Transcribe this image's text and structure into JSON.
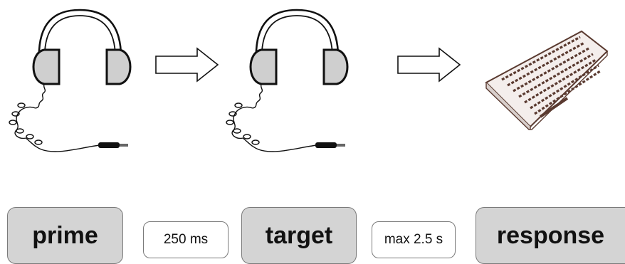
{
  "stages": [
    {
      "label": "prime"
    },
    {
      "label": "target"
    },
    {
      "label": "response"
    }
  ],
  "intervals": [
    {
      "label": "250 ms"
    },
    {
      "label": "max 2.5 s"
    }
  ],
  "icons": [
    "headphones-icon",
    "arrow-right-icon",
    "headphones-icon",
    "arrow-right-icon",
    "keyboard-icon"
  ],
  "colors": {
    "stage_fill": "#d4d4d4",
    "earcup_fill": "#cfcfcf",
    "keyboard_ink": "#5a3a30",
    "outline": "#111111"
  }
}
